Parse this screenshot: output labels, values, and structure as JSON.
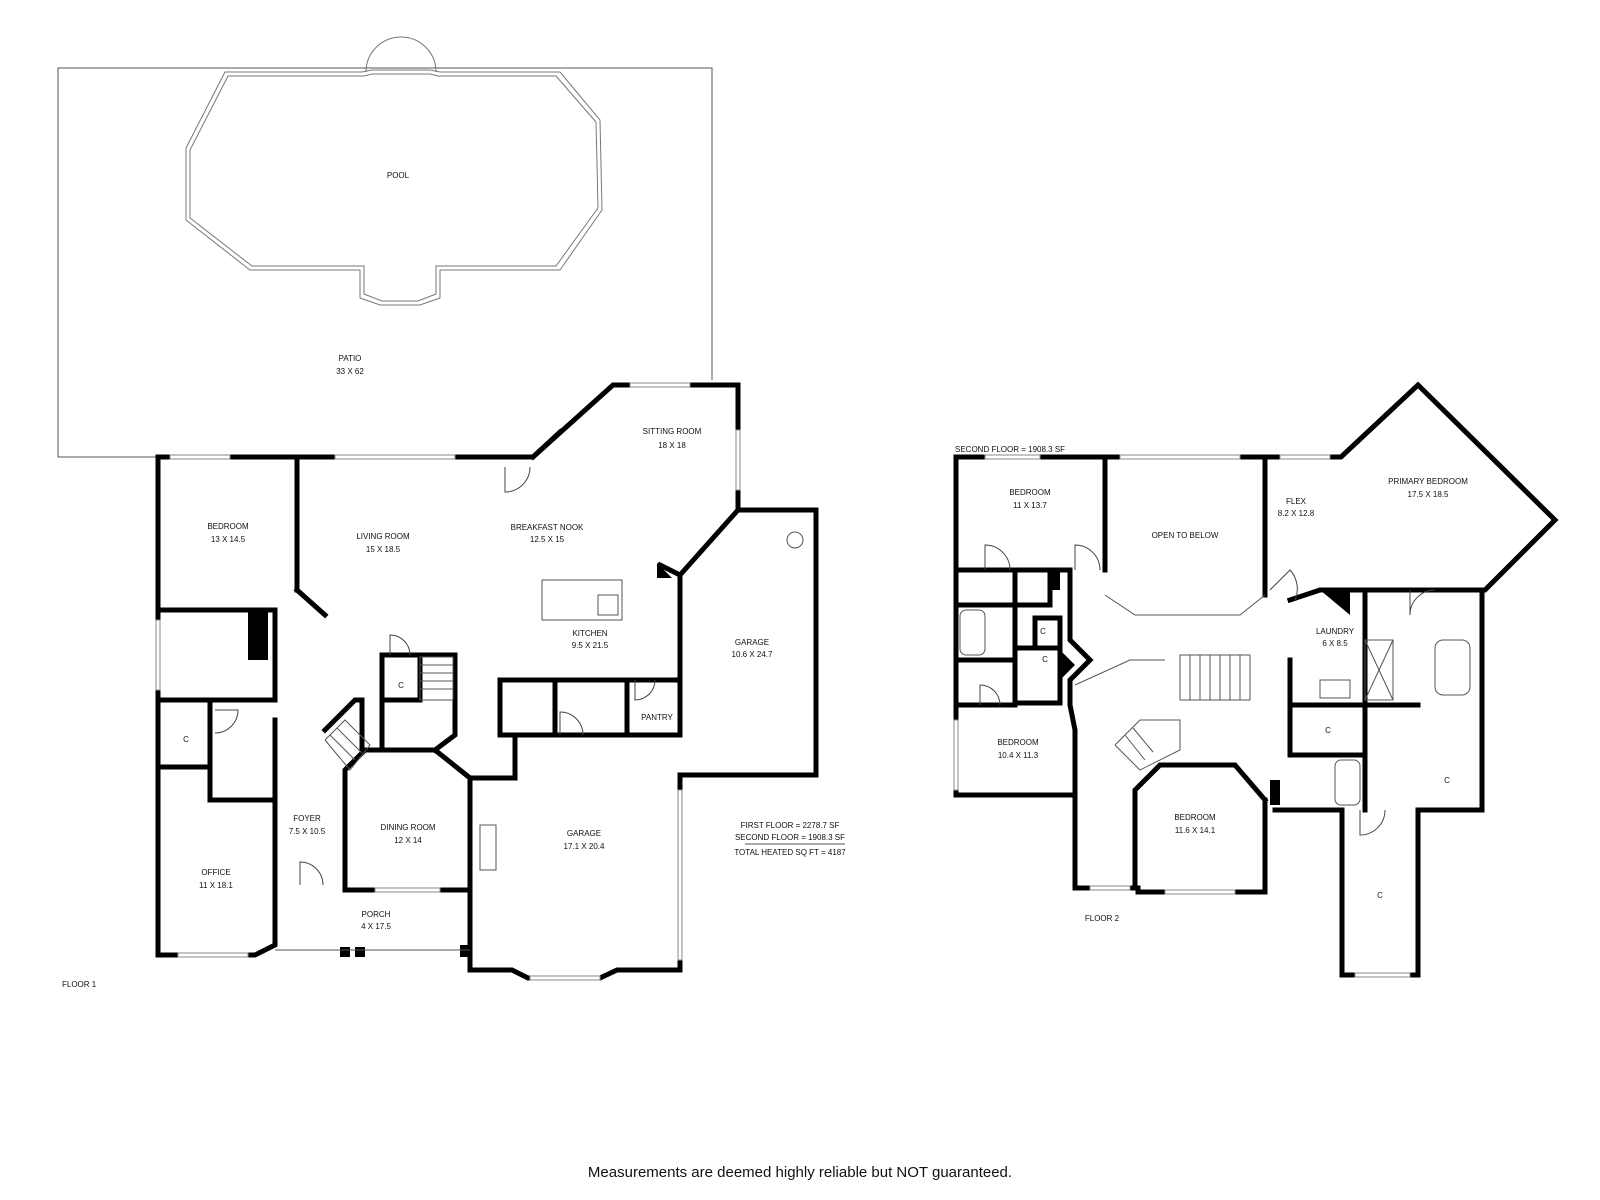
{
  "floor1": {
    "label": "FLOOR 1",
    "rooms": {
      "pool": {
        "name": "POOL",
        "dim": ""
      },
      "patio": {
        "name": "PATIO",
        "dim": "33 X 62"
      },
      "sitting_room": {
        "name": "SITTING ROOM",
        "dim": "18 X 18"
      },
      "bedroom": {
        "name": "BEDROOM",
        "dim": "13 X 14.5"
      },
      "living_room": {
        "name": "LIVING ROOM",
        "dim": "15 X 18.5"
      },
      "breakfast_nook": {
        "name": "BREAKFAST NOOK",
        "dim": "12.5 X 15"
      },
      "kitchen": {
        "name": "KITCHEN",
        "dim": "9.5 X 21.5"
      },
      "garage_right": {
        "name": "GARAGE",
        "dim": "10.6 X 24.7"
      },
      "pantry": {
        "name": "PANTRY",
        "dim": ""
      },
      "foyer": {
        "name": "FOYER",
        "dim": "7.5 X 10.5"
      },
      "dining_room": {
        "name": "DINING ROOM",
        "dim": "12 X 14"
      },
      "garage_main": {
        "name": "GARAGE",
        "dim": "17.1 X 20.4"
      },
      "office": {
        "name": "OFFICE",
        "dim": "11 X 18.1"
      },
      "porch": {
        "name": "PORCH",
        "dim": "4 X 17.5"
      },
      "closet_a": {
        "name": "C",
        "dim": ""
      },
      "closet_b": {
        "name": "C",
        "dim": ""
      }
    },
    "summary": {
      "first": "FIRST FLOOR = 2278.7 SF",
      "second": "SECOND FLOOR = 1908.3 SF",
      "total": "TOTAL HEATED SQ FT = 4187"
    }
  },
  "floor2": {
    "label": "FLOOR 2",
    "header": "SECOND FLOOR = 1908.3 SF",
    "rooms": {
      "bedroom_nw": {
        "name": "BEDROOM",
        "dim": "11 X 13.7"
      },
      "open_to_below": {
        "name": "OPEN TO BELOW",
        "dim": ""
      },
      "flex": {
        "name": "FLEX",
        "dim": "8.2 X 12.8"
      },
      "primary_bedroom": {
        "name": "PRIMARY BEDROOM",
        "dim": "17.5 X 18.5"
      },
      "laundry": {
        "name": "LAUNDRY",
        "dim": "6 X 8.5"
      },
      "bedroom_w": {
        "name": "BEDROOM",
        "dim": "10.4 X 11.3"
      },
      "bedroom_s": {
        "name": "BEDROOM",
        "dim": "11.6 X 14.1"
      },
      "closet_1": {
        "name": "C",
        "dim": ""
      },
      "closet_2": {
        "name": "C",
        "dim": ""
      },
      "closet_3": {
        "name": "C",
        "dim": ""
      },
      "closet_4": {
        "name": "C",
        "dim": ""
      },
      "closet_5": {
        "name": "C",
        "dim": ""
      }
    }
  },
  "disclaimer": "Measurements are deemed highly reliable but NOT guaranteed."
}
